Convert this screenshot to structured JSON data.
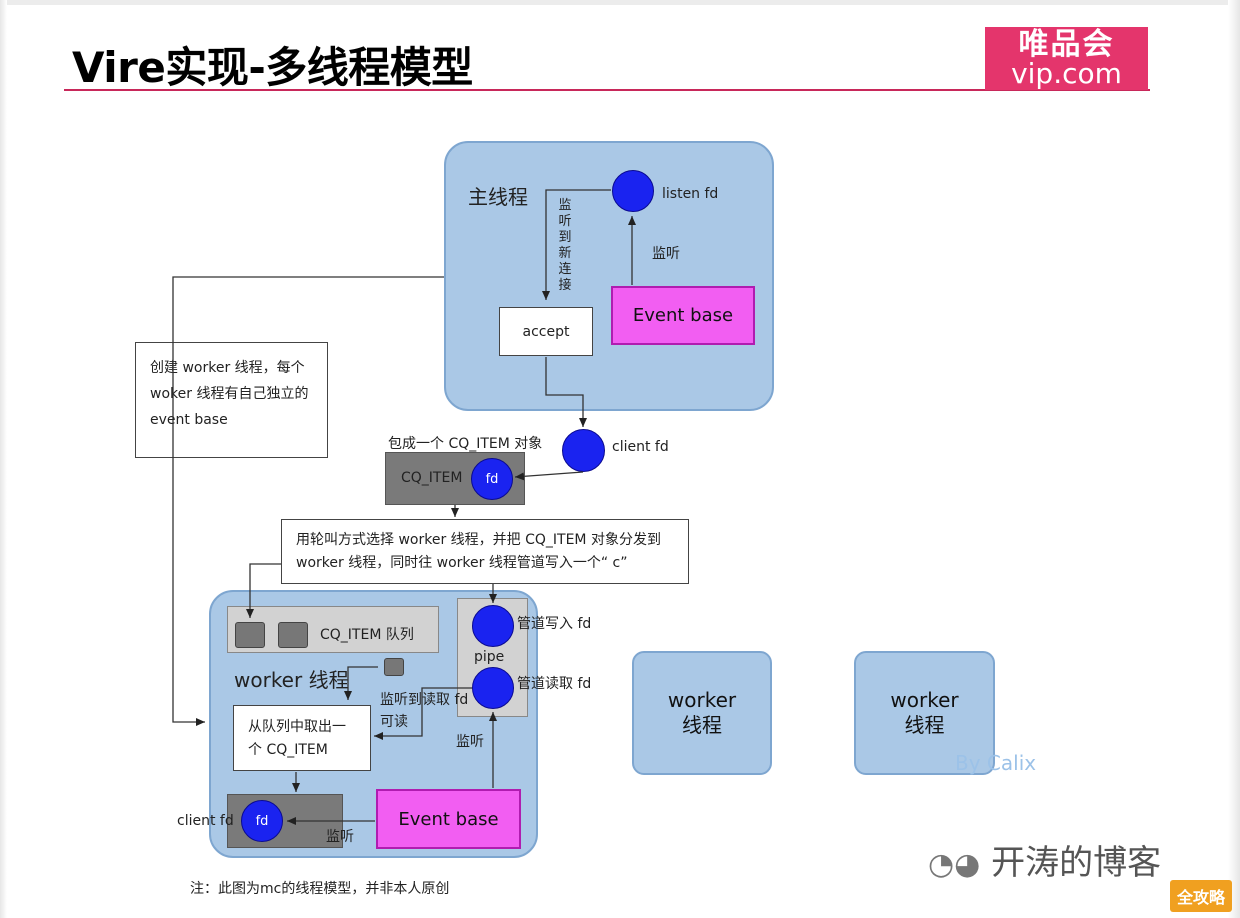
{
  "title": "Vire实现-多线程模型",
  "logo": {
    "line1": "唯品会",
    "line2": "vip.com"
  },
  "main_thread": {
    "label": "主线程",
    "listen_fd": "listen fd",
    "listen_label": "监听",
    "new_conn_label": "监听到新连接",
    "event_base": "Event base",
    "accept": "accept"
  },
  "create_note": "创建 worker 线程，每个woker 线程有自己独立的 event base",
  "client_fd": "client fd",
  "wrap_label": "包成一个 CQ_ITEM 对象",
  "cq_item": {
    "label": "CQ_ITEM",
    "fd": "fd"
  },
  "dispatch_note": "用轮叫方式选择 worker 线程，并把 CQ_ITEM 对象分发到 worker 线程，同时往 worker 线程管道写入一个“ c”",
  "worker_main": {
    "queue_label": "CQ_ITEM 队列",
    "label": "worker 线程",
    "pipe": "pipe",
    "pipe_write": "管道写入 fd",
    "pipe_read": "管道读取 fd",
    "readable_label": "监听到读取 fd\n可读",
    "take_item": "从队列中取出一个 CQ_ITEM",
    "listen_label": "监听",
    "client_fd": "client fd",
    "fd": "fd",
    "listen_label2": "监听",
    "event_base": "Event base"
  },
  "worker_other1": "worker\n线程",
  "worker_other2": "worker\n线程",
  "by_author": "By Calix",
  "footnote": "注：此图为mc的线程模型，并非本人原创",
  "blog": "开涛的博客",
  "corner_badge": "全攻略"
}
